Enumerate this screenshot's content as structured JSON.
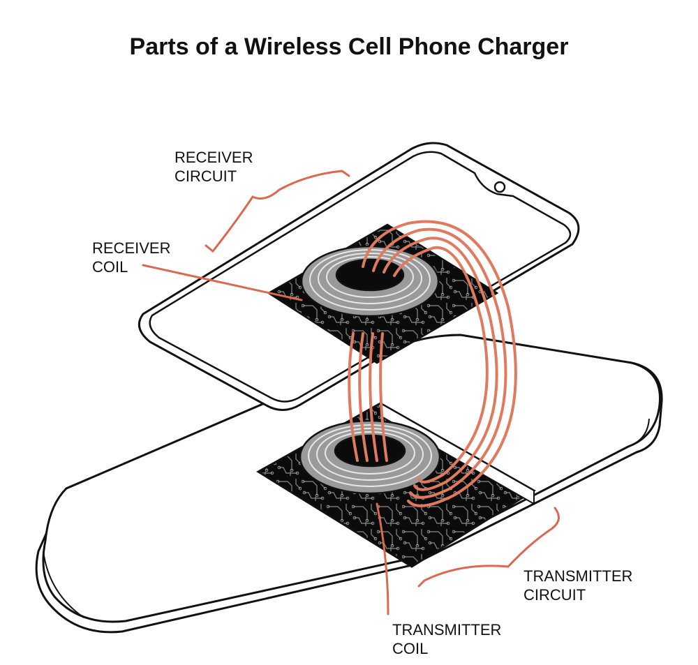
{
  "title": "Parts of a Wireless Cell Phone Charger",
  "labels": {
    "receiver_circuit": [
      "RECEIVER",
      "CIRCUIT"
    ],
    "receiver_coil": [
      "RECEIVER",
      "COIL"
    ],
    "transmitter_circuit": [
      "TRANSMITTER",
      "CIRCUIT"
    ],
    "transmitter_coil": [
      "TRANSMITTER",
      "COIL"
    ]
  },
  "colors": {
    "leader": "#d9694f",
    "field_line": "#e07a5f",
    "outline": "#111111",
    "circuit_board": "#0b0b0b",
    "coil": "#9a9a9a",
    "background": "#ffffff"
  }
}
